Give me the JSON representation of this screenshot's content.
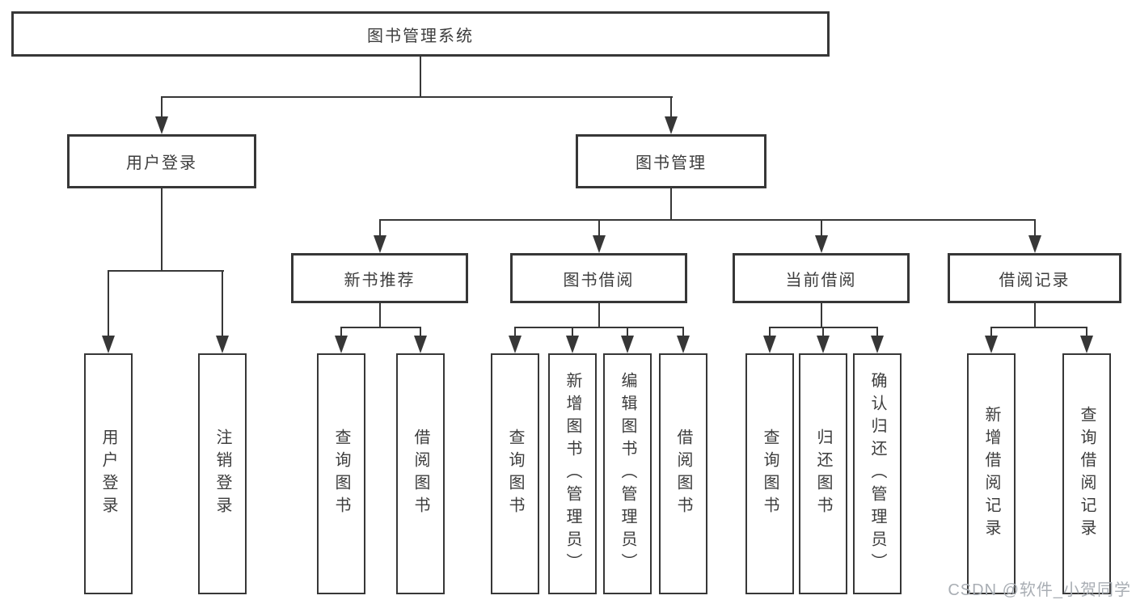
{
  "diagram": {
    "root": {
      "label": "图书管理系统"
    },
    "user_login_branch": {
      "label": "用户登录",
      "leaves": [
        {
          "label": "用户登录"
        },
        {
          "label": "注销登录"
        }
      ]
    },
    "book_mgmt_branch": {
      "label": "图书管理",
      "sections": [
        {
          "label": "新书推荐",
          "leaves": [
            {
              "label": "查询图书"
            },
            {
              "label": "借阅图书"
            }
          ]
        },
        {
          "label": "图书借阅",
          "leaves": [
            {
              "label": "查询图书"
            },
            {
              "label": "新增图书（管理员）"
            },
            {
              "label": "编辑图书（管理员）"
            },
            {
              "label": "借阅图书"
            }
          ]
        },
        {
          "label": "当前借阅",
          "leaves": [
            {
              "label": "查询图书"
            },
            {
              "label": "归还图书"
            },
            {
              "label": "确认归还（管理员）"
            }
          ]
        },
        {
          "label": "借阅记录",
          "leaves": [
            {
              "label": "新增借阅记录"
            },
            {
              "label": "查询借阅记录"
            }
          ]
        }
      ]
    },
    "watermark": {
      "text": "CSDN @软件_小贺同学"
    },
    "colors": {
      "line": "#373737",
      "text": "#3d3d3d",
      "watermark": "#a9aeb4",
      "background": "#ffffff"
    }
  }
}
